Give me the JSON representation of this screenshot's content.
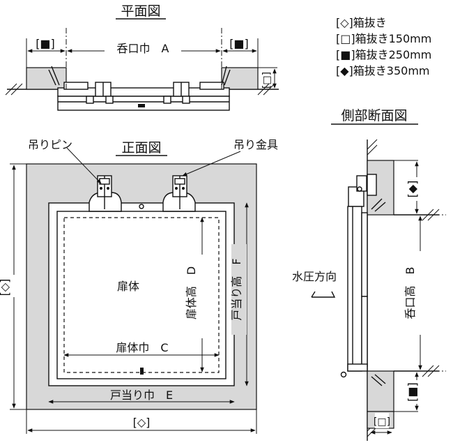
{
  "titles": {
    "plan": "平面図",
    "front": "正面図",
    "section": "側部断面図"
  },
  "legend": [
    "[◇]箱抜き",
    "[□]箱抜き150mm",
    "[■]箱抜き250mm",
    "[◆]箱抜き350mm"
  ],
  "plan": {
    "opening_width": "呑口巾　A",
    "box_left": "[■]",
    "box_right": "[■]",
    "box_side": "[□]"
  },
  "front": {
    "hanging_pin": "吊りピン",
    "hanging_bracket": "吊り金具",
    "door_body": "扉体",
    "door_height": "扉体高　D",
    "stop_height": "戸当り高　F",
    "door_width": "扉体巾　C",
    "stop_width": "戸当り巾　E",
    "box_height": "[◇]",
    "box_width": "[◇]"
  },
  "section": {
    "water_pressure": "水圧方向",
    "opening_height": "呑口高　B",
    "box_top": "[◆]",
    "box_bottom": "[■]",
    "box_base": "[□]"
  }
}
